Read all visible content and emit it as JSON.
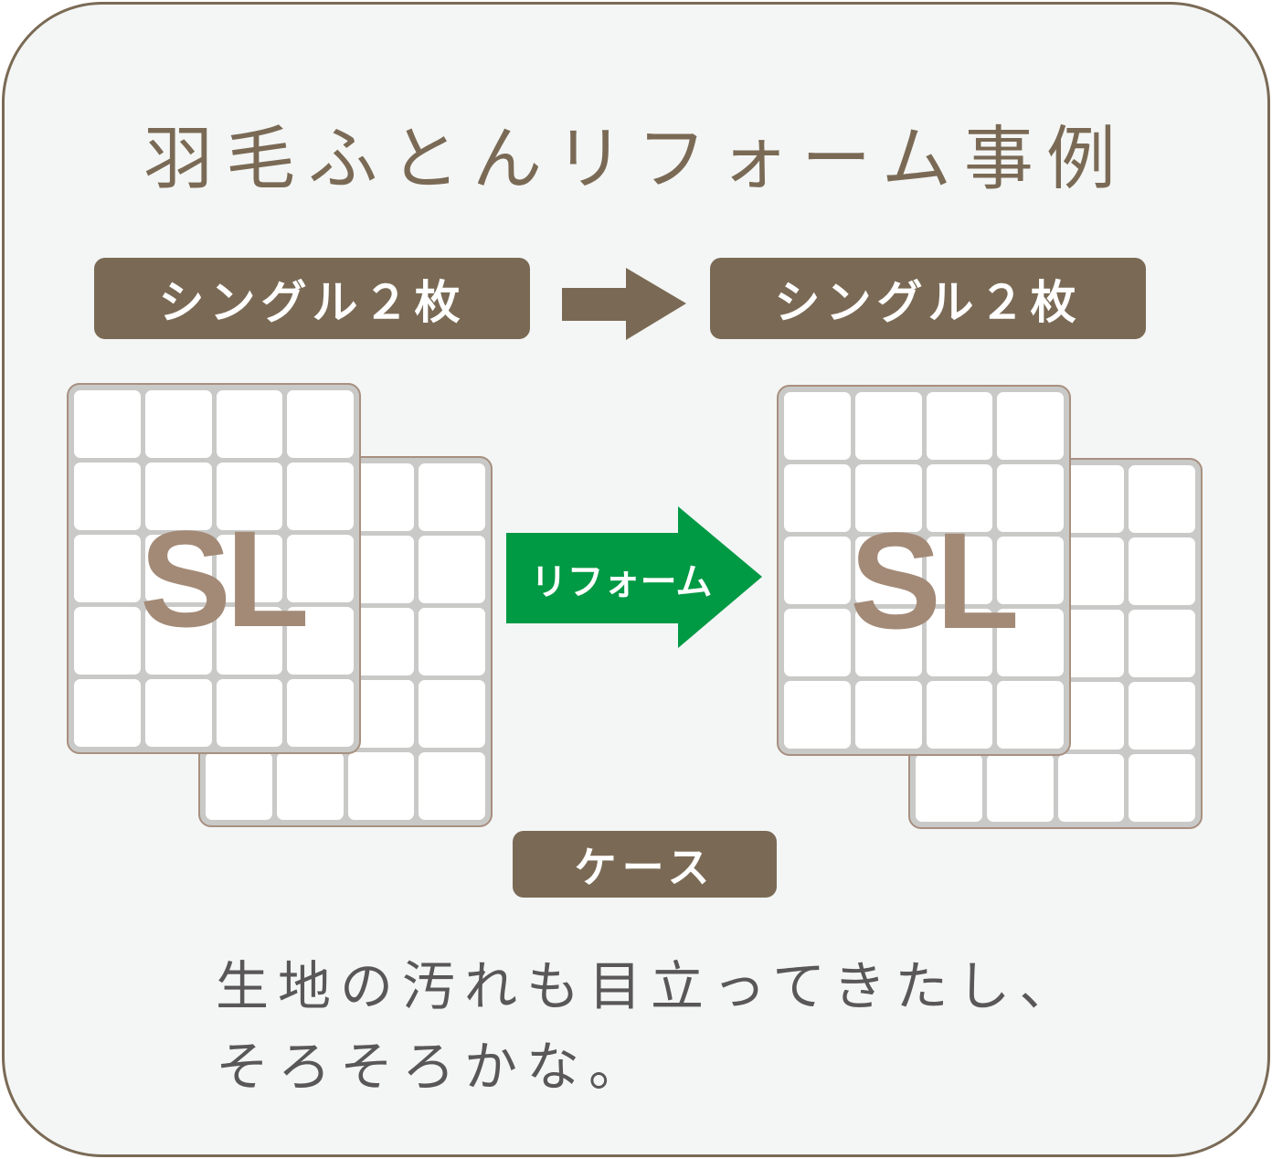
{
  "title": "羽毛ふとんリフォーム事例",
  "before_label": "シングル２枚",
  "after_label": "シングル２枚",
  "quilt_text": "SL",
  "reform_label": "リフォーム",
  "case_label": "ケース",
  "message": {
    "line1": "生地の汚れも目立ってきたし、",
    "line2": "そろそろかな。"
  },
  "colors": {
    "brown": "#7a6a55",
    "green": "#009944",
    "quilt_text": "#a38a77"
  }
}
